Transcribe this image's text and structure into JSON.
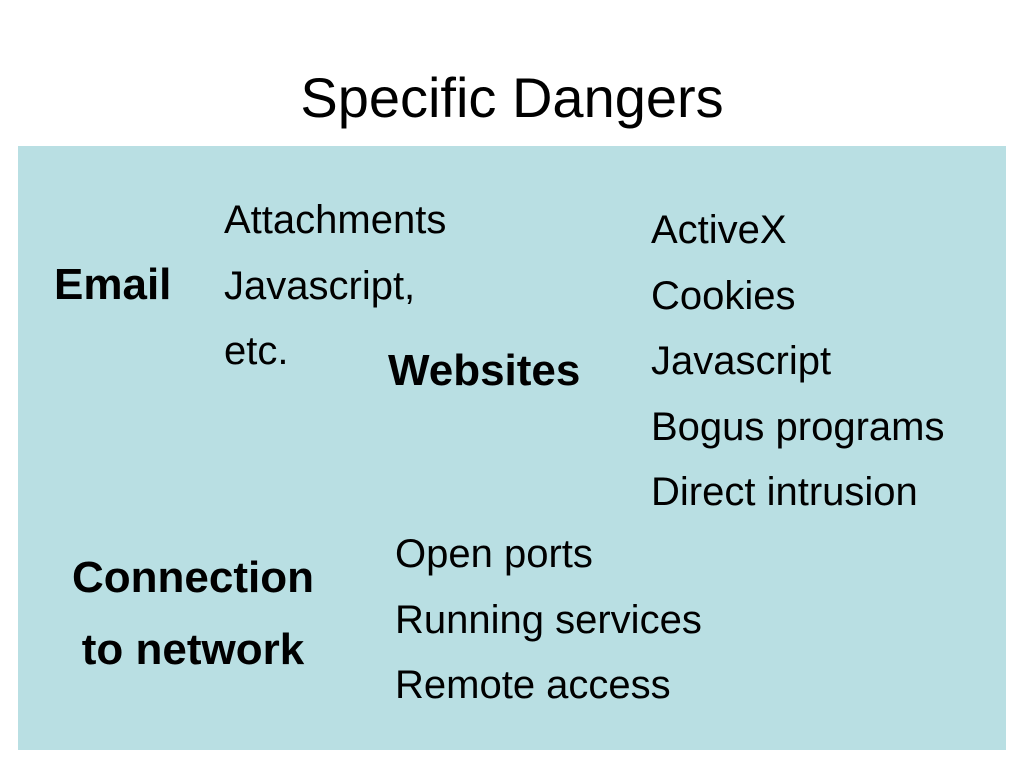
{
  "title": "Specific Dangers",
  "panel": {
    "background": "#b9dfe3",
    "email": {
      "label": "Email",
      "items": [
        "Attachments",
        "Javascript,",
        "etc."
      ]
    },
    "websites": {
      "label": "Websites",
      "items": [
        "ActiveX",
        "Cookies",
        "Javascript",
        "Bogus programs",
        "Direct intrusion"
      ]
    },
    "connection": {
      "label_line1": "Connection",
      "label_line2": "to network",
      "items": [
        "Open ports",
        "Running services",
        "Remote access"
      ]
    }
  }
}
